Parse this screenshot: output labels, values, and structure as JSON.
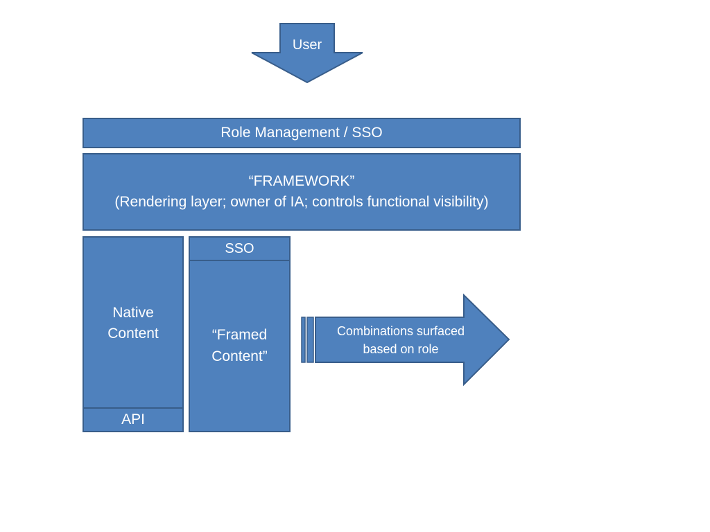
{
  "colors": {
    "fill": "#4f81bd",
    "stroke": "#385d8a",
    "text": "#ffffff",
    "background": "#ffffff"
  },
  "user_arrow": {
    "label": "User",
    "icon": "down-arrow"
  },
  "role_management": {
    "label": "Role Management / SSO"
  },
  "framework": {
    "title": "“FRAMEWORK”",
    "subtitle": "(Rendering layer; owner of IA; controls functional visibility)"
  },
  "native_content": {
    "line1": "Native",
    "line2": "Content",
    "footer": "API"
  },
  "framed_content": {
    "header": "SSO",
    "line1": "“Framed",
    "line2": "Content”"
  },
  "combinations_arrow": {
    "line1": "Combinations surfaced",
    "line2": "based on role",
    "icon": "striped-right-arrow"
  }
}
